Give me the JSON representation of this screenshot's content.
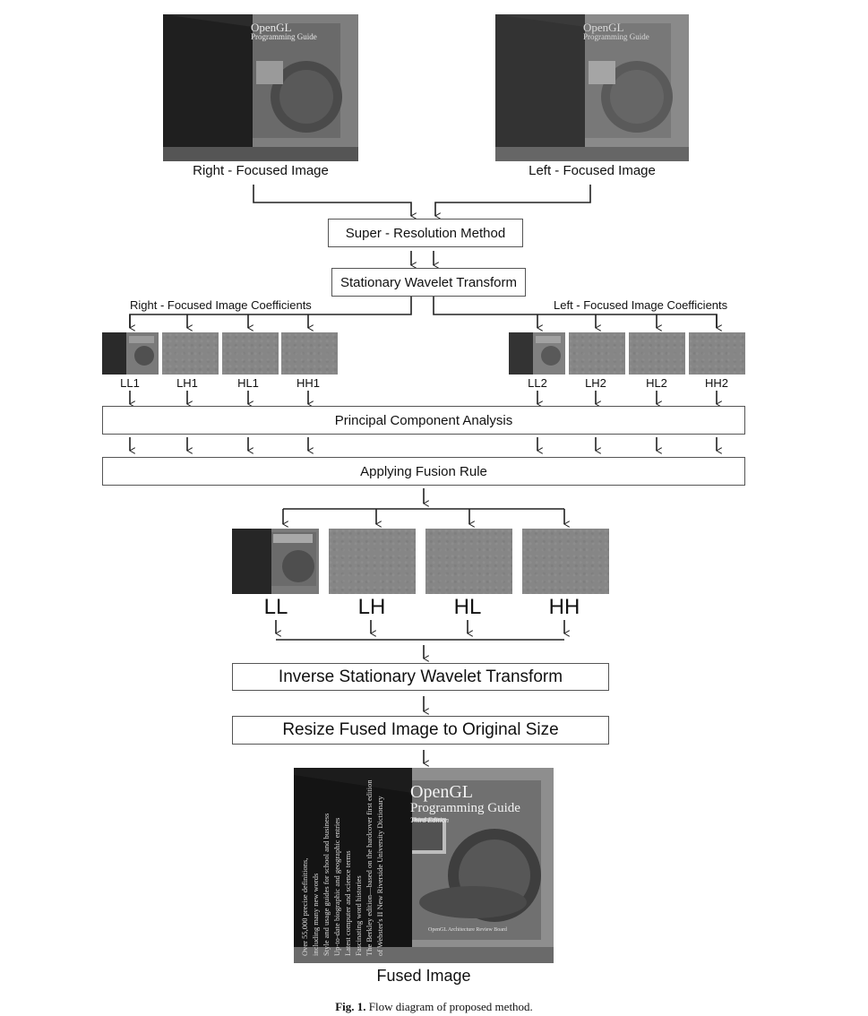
{
  "inputs": {
    "right_label": "Right - Focused Image",
    "left_label": "Left - Focused Image"
  },
  "book": {
    "title_line1": "OpenGL",
    "title_line2": "Programming Guide",
    "subtitle": "Third Edition",
    "spine_lines": [
      "Over 55,000 precise definitions,",
      "including many new words",
      "Style and usage guides for school and business",
      "Up-to-date biographic and geographic entries",
      "Latest computer and science terms",
      "Fascinating word histories",
      "The Berkley edition—based on the hardcover first edition",
      "of Webster's II New Riverside University Dictionary"
    ],
    "board": "OpenGL Architecture Review Board"
  },
  "steps": {
    "super_resolution": "Super - Resolution Method",
    "swt": "Stationary Wavelet Transform",
    "pca": "Principal Component Analysis",
    "fusion_rule": "Applying Fusion Rule",
    "iswt": "Inverse Stationary Wavelet Transform",
    "resize": "Resize Fused Image to Original Size"
  },
  "coefficients": {
    "right_title": "Right - Focused Image Coefficients",
    "left_title": "Left - Focused Image Coefficients",
    "right_bands": [
      "LL1",
      "LH1",
      "HL1",
      "HH1"
    ],
    "left_bands": [
      "LL2",
      "LH2",
      "HL2",
      "HH2"
    ],
    "fused_bands": [
      "LL",
      "LH",
      "HL",
      "HH"
    ]
  },
  "output": {
    "label": "Fused Image"
  },
  "caption": {
    "fig": "Fig. 1.",
    "text": " Flow diagram of proposed method."
  }
}
